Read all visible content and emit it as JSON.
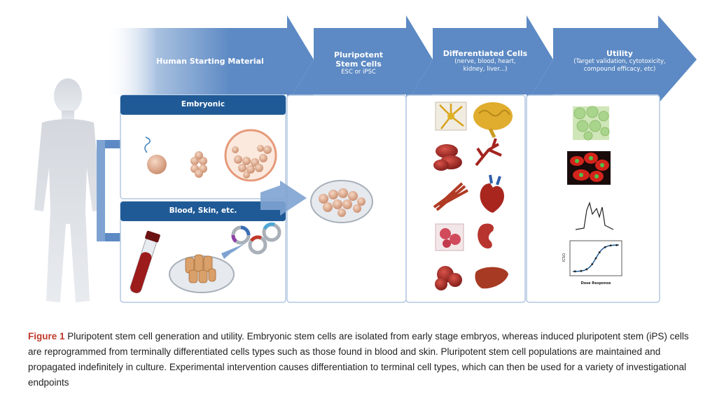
{
  "headers": {
    "start": {
      "title": "Human Starting Material"
    },
    "pluripotent": {
      "title_line1": "Pluripotent",
      "title_line2": "Stem Cells",
      "subtitle": "ESC or iPSC"
    },
    "differentiated": {
      "title": "Differentiated Cells",
      "subtitle_line1": "(nerve, blood, heart,",
      "subtitle_line2": "kidney, liver...)"
    },
    "utility": {
      "title": "Utility",
      "subtitle_line1": "(Target validation, cytotoxicity,",
      "subtitle_line2": "compound efficacy, etc)"
    }
  },
  "boxes": {
    "embryonic": "Embryonic",
    "blood_skin": "Blood, Skin, etc."
  },
  "utility_chart": {
    "ylabel": "ICSO",
    "xlabel": "Dose Response"
  },
  "caption": {
    "label": "Figure 1",
    "text": " Pluripotent stem cell generation and utility. Embryonic stem cells are isolated from early stage embryos, whereas induced pluripotent stem (iPS) cells are reprogrammed from terminally differentiated cells types such as those found in blood and skin. Pluripotent stem cell populations are maintained and propagated indefinitely in culture. Experimental intervention causes differentiation to terminal cell types, which can then be used for a variety of investigational endpoints"
  },
  "colors": {
    "arrow": "#5d8ac4",
    "box_header": "#1f5a96",
    "caption_label": "#c0392b"
  }
}
